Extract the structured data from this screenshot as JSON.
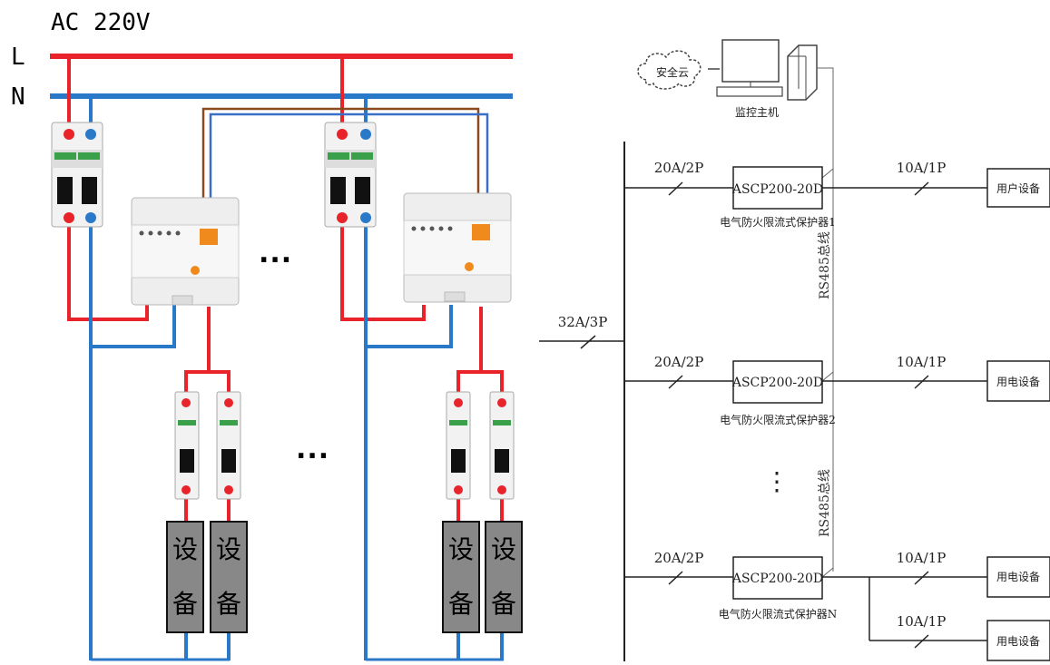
{
  "wiring": {
    "supply_label": "AC 220V",
    "line_label": "L",
    "neutral_label": "N",
    "ellipsis_top": "...",
    "ellipsis_bottom": "...",
    "devices": [
      {
        "line1": "设",
        "line2": "备"
      },
      {
        "line1": "设",
        "line2": "备"
      },
      {
        "line1": "设",
        "line2": "备"
      },
      {
        "line1": "设",
        "line2": "备"
      }
    ],
    "colors": {
      "line": "#e8232a",
      "neutral": "#2a78c8",
      "comm_brown": "#8b4a1e",
      "comm_blue": "#3a6fc8",
      "device_fill": "#888888"
    }
  },
  "schematic": {
    "cloud_label": "安全云",
    "host_label": "监控主机",
    "main_breaker": "32A/3P",
    "bus_label_1": "RS485总线",
    "bus_label_2": "RS485总线",
    "vertical_dots": "⋮",
    "branches": [
      {
        "breaker": "20A/2P",
        "protector": "ASCP200-20D",
        "protector_name": "电气防火限流式保护器1",
        "out_breaker": "10A/1P",
        "load": "用户设备"
      },
      {
        "breaker": "20A/2P",
        "protector": "ASCP200-20D",
        "protector_name": "电气防火限流式保护器2",
        "out_breaker": "10A/1P",
        "load": "用电设备"
      },
      {
        "breaker": "20A/2P",
        "protector": "ASCP200-20D",
        "protector_name": "电气防火限流式保护器N",
        "out_breaker": "10A/1P",
        "load": "用电设备"
      }
    ],
    "extra_out": {
      "out_breaker": "10A/1P",
      "load": "用电设备"
    }
  }
}
